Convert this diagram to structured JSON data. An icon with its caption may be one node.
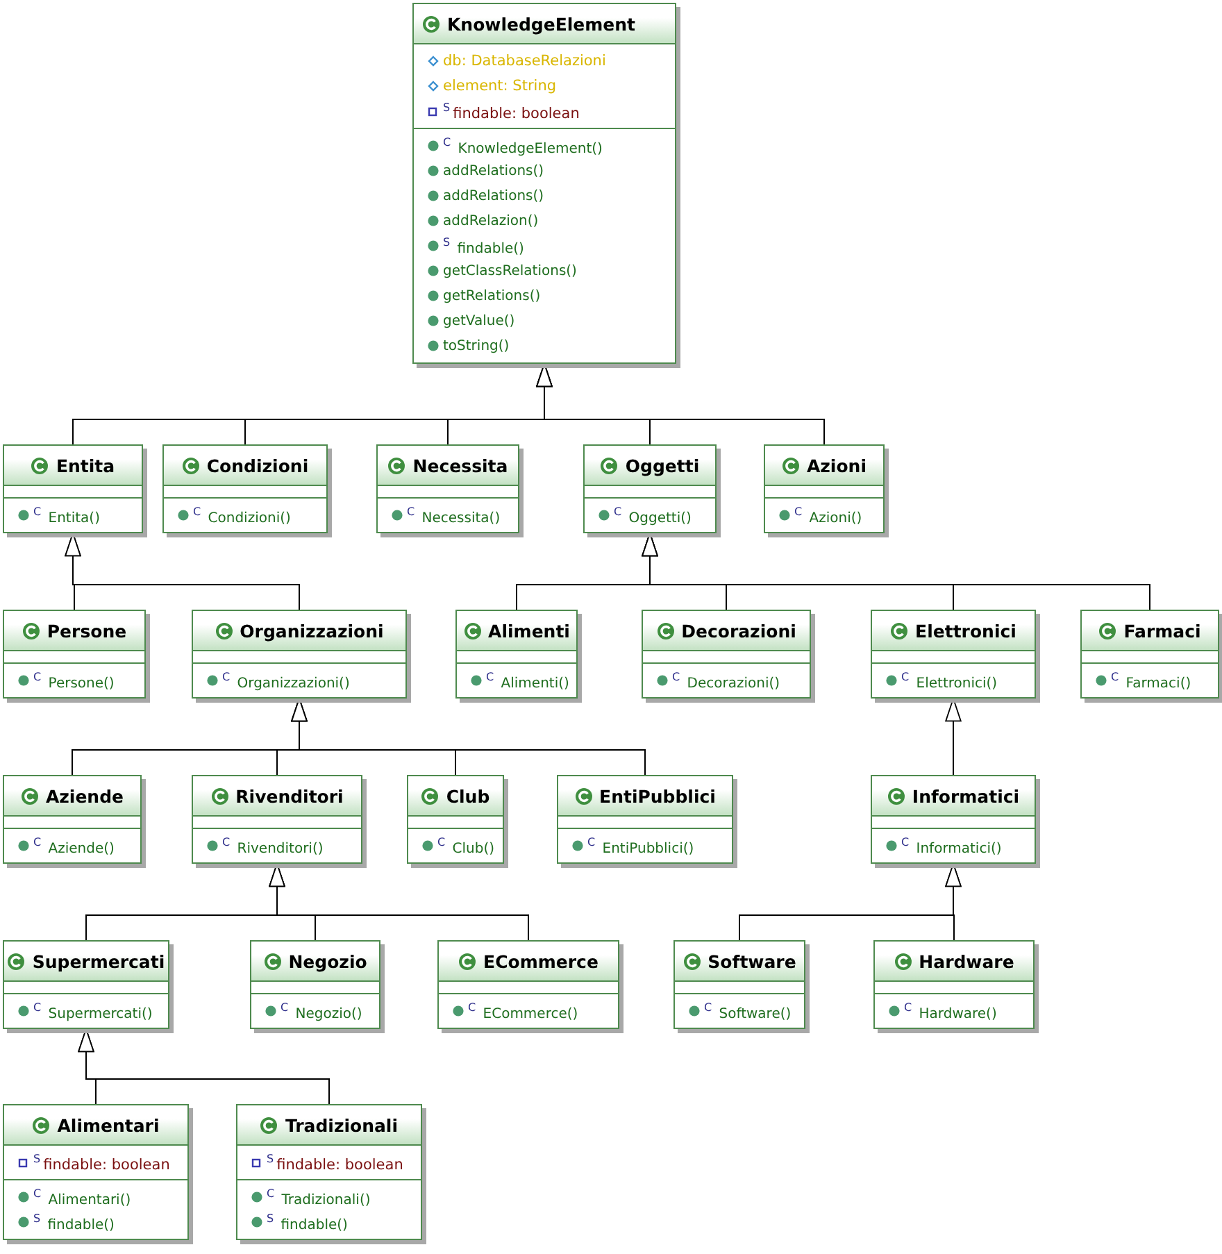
{
  "diagram": {
    "nodes": [
      {
        "text": [
          "KnowledgeElement"
        ]
      },
      {
        "text": [
          "db: DatabaseRelazioni",
          "element: String",
          "$^{S}$findable: boolean"
        ],
        "in": 0
      },
      {
        "text": [
          "$^{C}$ KnowledgeElement()",
          "addRelations()",
          "addRelations()",
          "addRelazion()",
          "$^{S}$ findable()",
          "getClassRelations()",
          "getRelations()",
          "getValue()",
          "toString()"
        ],
        "in": 0
      },
      {
        "text": [
          "Entita"
        ]
      },
      {
        "text": [],
        "shape": "box",
        "in": 3
      },
      {
        "text": [
          "$^{C}$ Entita()"
        ],
        "in": 3
      },
      {
        "text": [
          "Condizioni"
        ]
      },
      {
        "text": [],
        "shape": "box",
        "in": 6
      },
      {
        "text": [
          "$^{C}$ Condizioni()"
        ],
        "in": 6
      },
      {
        "text": [
          "Necessita"
        ]
      },
      {
        "text": [],
        "shape": "box",
        "in": 9
      },
      {
        "text": [
          "$^{C}$ Necessita()"
        ],
        "in": 9
      },
      {
        "text": [
          "Oggetti"
        ]
      },
      {
        "text": [],
        "shape": "box",
        "in": 12
      },
      {
        "text": [
          "$^{C}$ Oggetti()"
        ],
        "in": 12
      },
      {
        "text": [
          "Azioni"
        ]
      },
      {
        "text": [],
        "shape": "box",
        "in": 15
      },
      {
        "text": [
          "$^{C}$ Azioni()"
        ],
        "in": 15
      },
      {
        "text": [
          "Persone"
        ]
      },
      {
        "text": [],
        "shape": "box",
        "in": 18
      },
      {
        "text": [
          "$^{C}$ Persone()"
        ],
        "in": 18
      },
      {
        "text": [
          "Organizzazioni"
        ]
      },
      {
        "text": [],
        "shape": "box",
        "in": 21
      },
      {
        "text": [
          "$^{C}$ Organizzazioni()"
        ],
        "in": 21
      },
      {
        "text": [
          "Alimenti"
        ]
      },
      {
        "text": [],
        "shape": "box",
        "in": 24
      },
      {
        "text": [
          "$^{C}$ Alimenti()"
        ],
        "in": 24
      },
      {
        "text": [
          "Decorazioni"
        ]
      },
      {
        "text": [],
        "shape": "box",
        "in": 27
      },
      {
        "text": [
          "$^{C}$ Decorazioni()"
        ],
        "in": 27
      },
      {
        "text": [
          "Elettronici"
        ]
      },
      {
        "text": [],
        "shape": "box",
        "in": 30
      },
      {
        "text": [
          "$^{C}$ Elettronici()"
        ],
        "in": 30
      },
      {
        "text": [
          "Farmaci"
        ]
      },
      {
        "text": [],
        "shape": "box",
        "in": 33
      },
      {
        "text": [
          "$^{C}$ Farmaci()"
        ],
        "in": 33
      },
      {
        "text": [
          "Aziende"
        ]
      },
      {
        "text": [],
        "shape": "box",
        "in": 36
      },
      {
        "text": [
          "$^{C}$ Aziende()"
        ],
        "in": 36
      },
      {
        "text": [
          "Rivenditori"
        ]
      },
      {
        "text": [],
        "shape": "box",
        "in": 39
      },
      {
        "text": [
          "$^{C}$ Rivenditori()"
        ],
        "in": 39
      },
      {
        "text": [
          "Club"
        ]
      },
      {
        "text": [],
        "shape": "box",
        "in": 42
      },
      {
        "text": [
          "$^{C}$ Club()"
        ],
        "in": 42
      },
      {
        "text": [
          "EntiPubblici"
        ]
      },
      {
        "text": [],
        "shape": "box",
        "in": 45
      },
      {
        "text": [
          "$^{C}$ EntiPubblici()"
        ],
        "in": 45
      },
      {
        "text": [
          "Informatici"
        ]
      },
      {
        "text": [],
        "shape": "box",
        "in": 48
      },
      {
        "text": [
          "$^{C}$ Informatici()"
        ],
        "in": 48
      },
      {
        "text": [
          "Supermercati"
        ]
      },
      {
        "text": [],
        "shape": "box",
        "in": 51
      },
      {
        "text": [
          "$^{C}$ Supermercati()"
        ],
        "in": 51
      },
      {
        "text": [
          "Negozio"
        ]
      },
      {
        "text": [],
        "shape": "box",
        "in": 54
      },
      {
        "text": [
          "$^{C}$ Negozio()"
        ],
        "in": 54
      },
      {
        "text": [
          "ECommerce"
        ]
      },
      {
        "text": [],
        "shape": "box",
        "in": 57
      },
      {
        "text": [
          "$^{C}$ ECommerce()"
        ],
        "in": 57
      },
      {
        "text": [
          "Software"
        ]
      },
      {
        "text": [],
        "shape": "box",
        "in": 60
      },
      {
        "text": [
          "$^{C}$ Software()"
        ],
        "in": 60
      },
      {
        "text": [
          "Hardware"
        ]
      },
      {
        "text": [],
        "shape": "box",
        "in": 63
      },
      {
        "text": [
          "$^{C}$ Hardware()"
        ],
        "in": 63
      },
      {
        "text": [
          "Alimentari"
        ]
      },
      {
        "text": [
          "$^{S}$findable: boolean"
        ],
        "in": 66
      },
      {
        "text": [
          "$^{C}$ Alimentari()",
          "$^{S}$ findable()"
        ],
        "in": 66
      },
      {
        "text": [
          "Tradizionali"
        ]
      },
      {
        "text": [
          "$^{S}$findable: boolean"
        ],
        "in": 69
      },
      {
        "text": [
          "$^{C}$ Tradizionali()",
          "$^{S}$ findable()"
        ],
        "in": 69
      }
    ],
    "edges": [
      {
        "from": 3,
        "to": 0,
        "arrow": "to"
      },
      {
        "from": 6,
        "to": 0,
        "arrow": "to"
      },
      {
        "from": 9,
        "to": 0,
        "arrow": "to"
      },
      {
        "from": 12,
        "to": 0,
        "arrow": "to"
      },
      {
        "from": 15,
        "to": 0,
        "arrow": "to"
      },
      {
        "from": 18,
        "to": 3,
        "arrow": "to"
      },
      {
        "from": 21,
        "to": 3,
        "arrow": "to"
      },
      {
        "from": 24,
        "to": 12,
        "arrow": "to"
      },
      {
        "from": 27,
        "to": 12,
        "arrow": "to"
      },
      {
        "from": 30,
        "to": 12,
        "arrow": "to"
      },
      {
        "from": 33,
        "to": 12,
        "arrow": "to"
      },
      {
        "from": 36,
        "to": 21,
        "arrow": "to"
      },
      {
        "from": 39,
        "to": 21,
        "arrow": "to"
      },
      {
        "from": 42,
        "to": 21,
        "arrow": "to"
      },
      {
        "from": 45,
        "to": 21,
        "arrow": "to"
      },
      {
        "from": 48,
        "to": 30,
        "arrow": "to"
      },
      {
        "from": 51,
        "to": 39,
        "arrow": "to"
      },
      {
        "from": 54,
        "to": 39,
        "arrow": "to"
      },
      {
        "from": 57,
        "to": 39,
        "arrow": "to"
      },
      {
        "from": 60,
        "to": 48,
        "arrow": "to"
      },
      {
        "from": 63,
        "to": 48,
        "arrow": "to"
      },
      {
        "from": 66,
        "to": 51,
        "arrow": "to"
      },
      {
        "from": 69,
        "to": 51,
        "arrow": "to"
      }
    ]
  }
}
